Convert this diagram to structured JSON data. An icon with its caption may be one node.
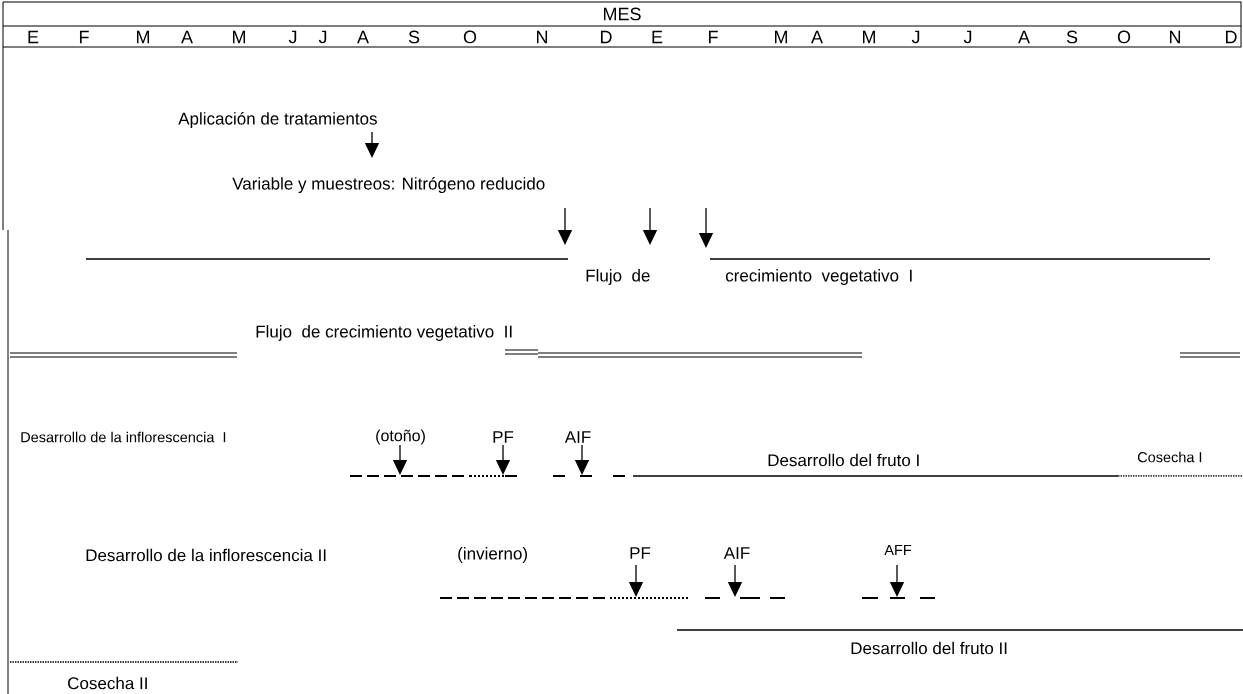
{
  "diagram": {
    "title": "MES",
    "labels": [
      "E",
      "F",
      "M",
      "A",
      "M",
      "J",
      "J",
      "A",
      "S",
      "O",
      "N",
      "D",
      "E",
      "F",
      "M",
      "A",
      "M",
      "J",
      "J",
      "A",
      "S",
      "O",
      "N",
      "D",
      "Aplicación de tratamientos",
      "Variable y muestreos: Nitrógeno reducido",
      "Flujo  de",
      "crecimiento  vegetativo  I",
      "Flujo   de crecimiento vegetativo  II",
      "Desarrollo de la inflorescencia  I",
      "(otoño)",
      "PF",
      "AIF",
      "Desarrollo del fruto I",
      "Cosecha I",
      "Desarrollo de la inflorescencia II",
      "(invierno)",
      "PF",
      "AIF",
      "AFF",
      "Desarrollo del fruto II",
      "Cosecha II"
    ]
  }
}
